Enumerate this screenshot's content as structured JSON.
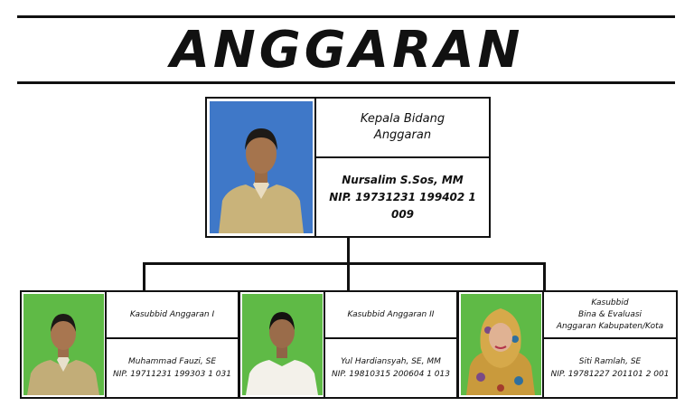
{
  "title": "ANGGARAN",
  "head": {
    "position_lines": [
      "Kepala Bidang",
      "Anggaran"
    ],
    "name": "Nursalim S.Sos, MM",
    "nip": "NIP. 19731231 199402 1 009",
    "photo_background": "#3f78c8"
  },
  "subordinates": [
    {
      "position_lines": [
        "Kasubbid Anggaran I"
      ],
      "name": "Muhammad Fauzi, SE",
      "nip": "NIP. 19711231 199303 1 031",
      "photo_background": "#5fba46"
    },
    {
      "position_lines": [
        "Kasubbid Anggaran II"
      ],
      "name": "Yul Hardiansyah, SE, MM",
      "nip": "NIP. 19810315 200604 1 013",
      "photo_background": "#5fba46"
    },
    {
      "position_lines": [
        "Kasubbid",
        "Bina & Evaluasi",
        "Anggaran Kabupaten/Kota"
      ],
      "name": "Siti Ramlah, SE",
      "nip": "NIP. 19781227 201101 2 001",
      "photo_background": "#5fba46"
    }
  ]
}
